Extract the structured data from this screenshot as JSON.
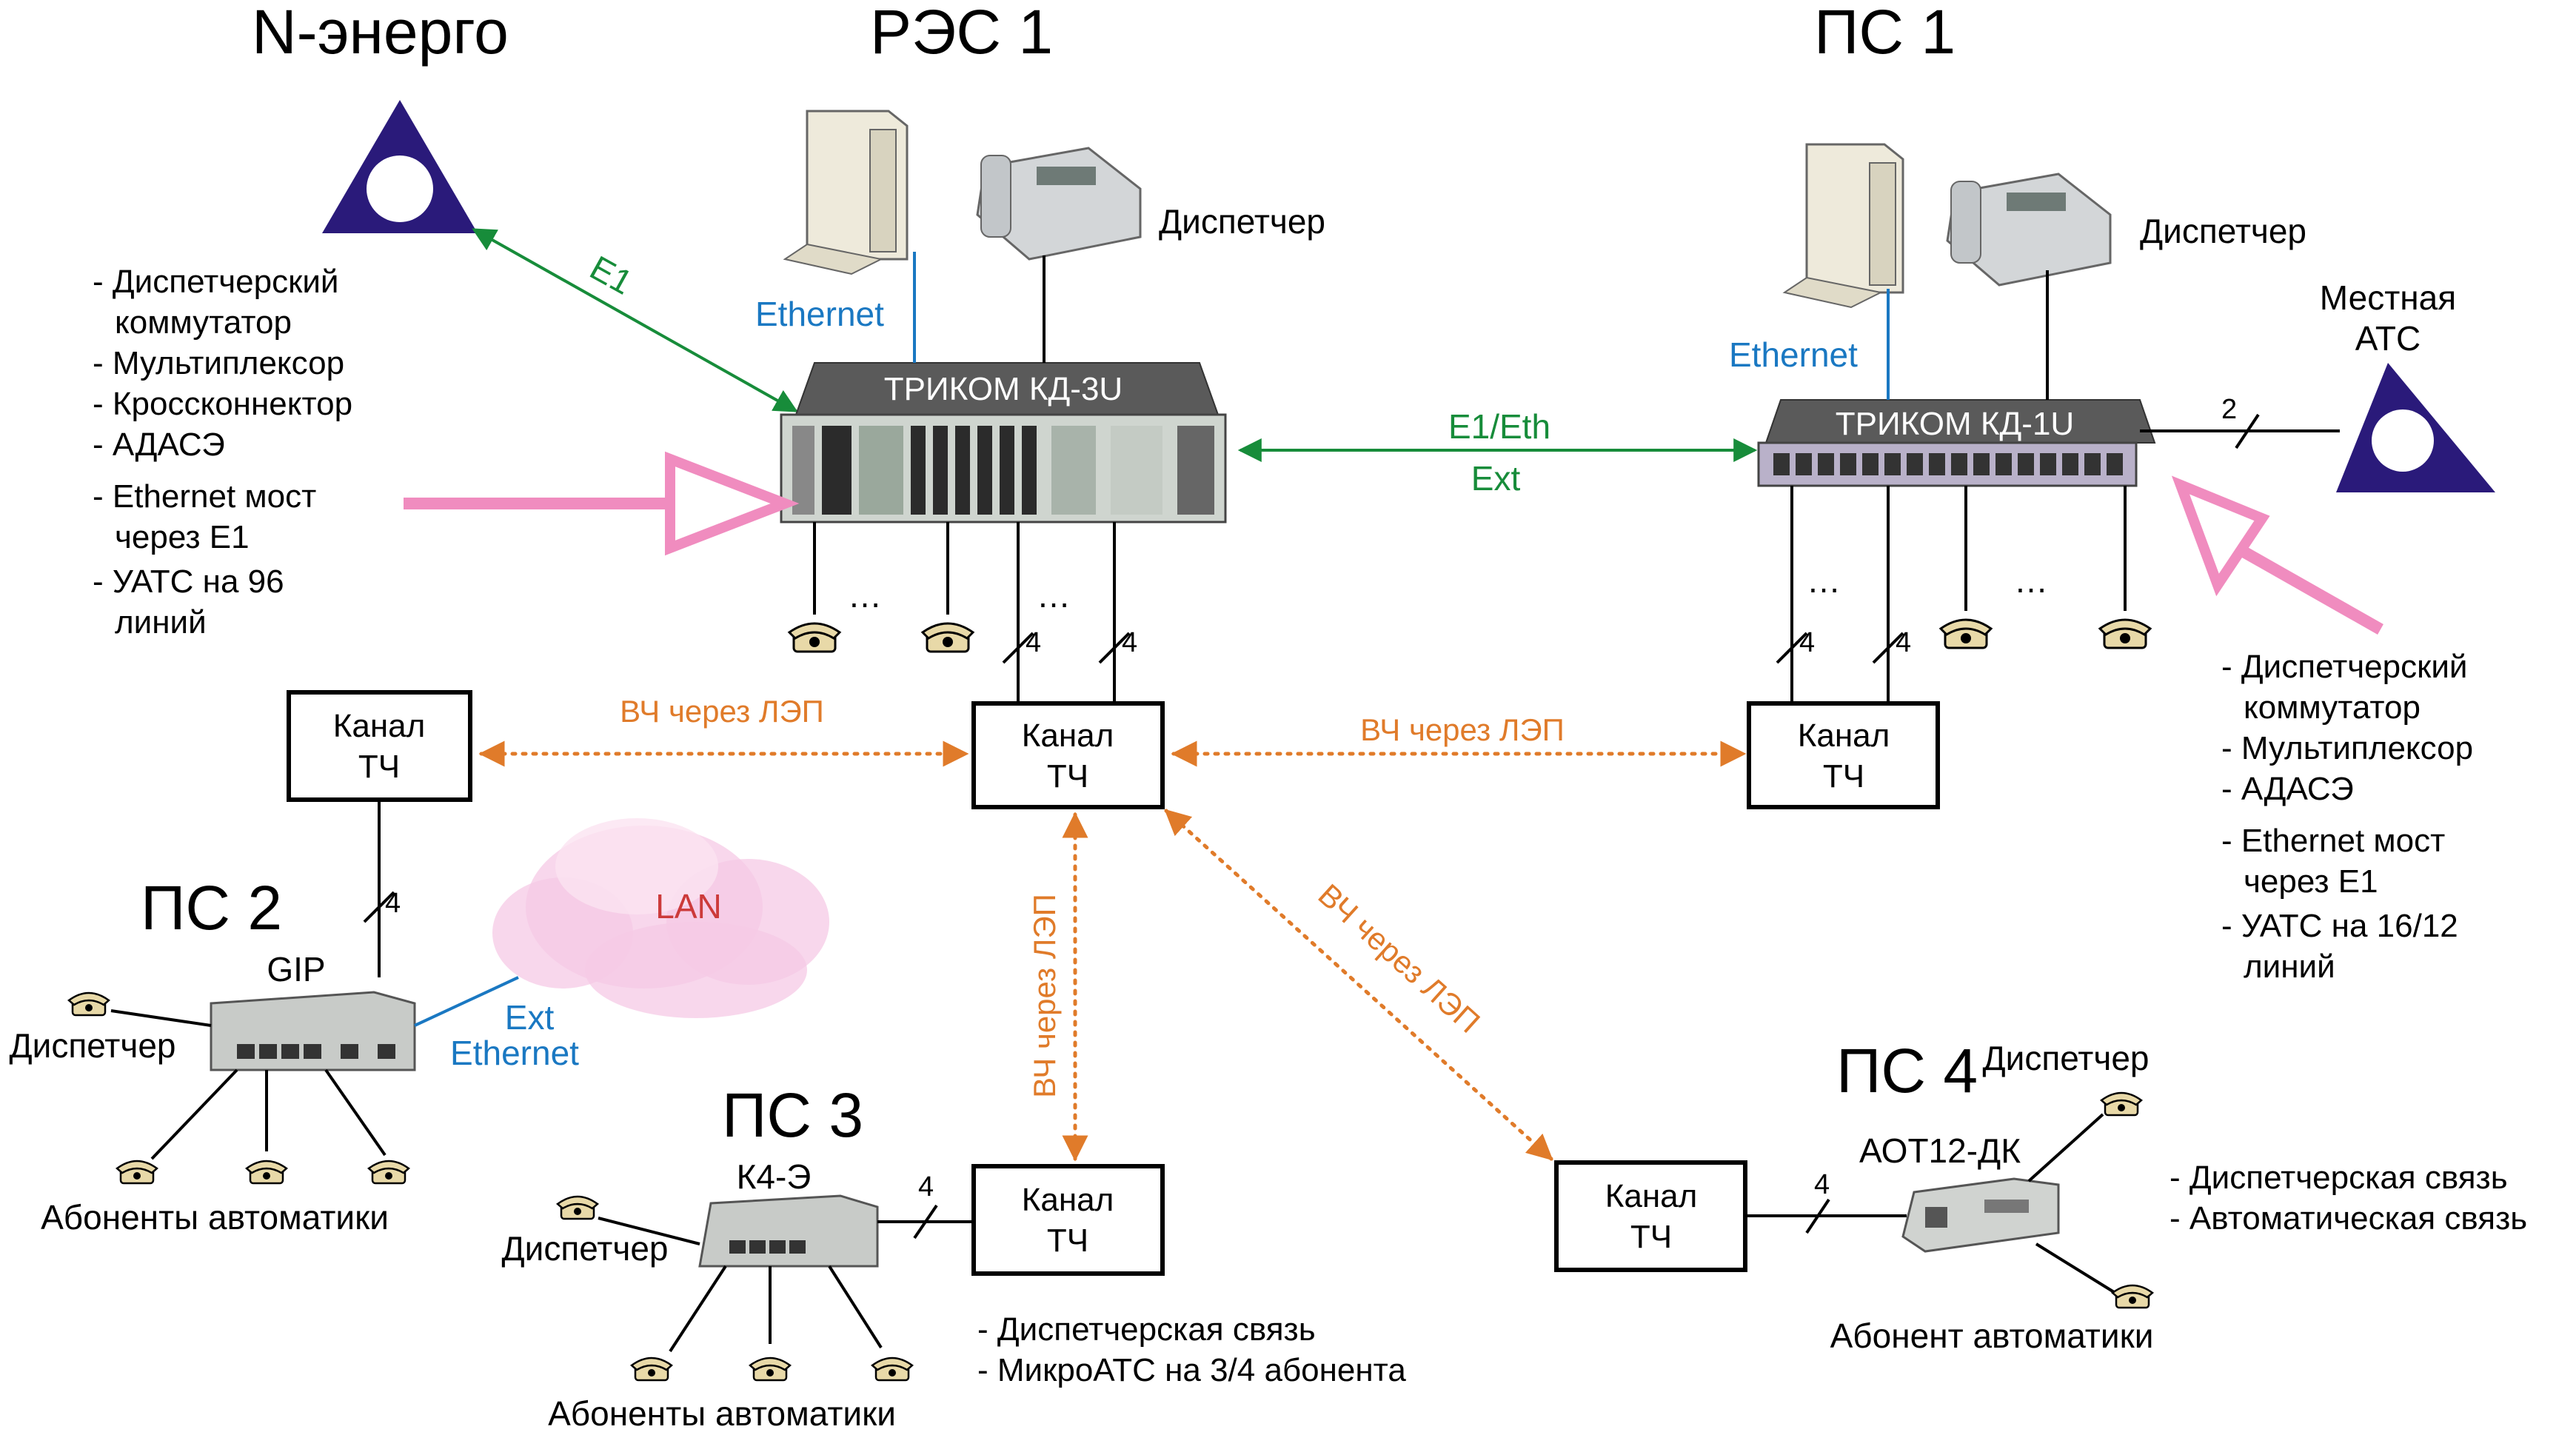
{
  "sites": {
    "n_energo": "N-энерго",
    "res1": "РЭС 1",
    "ps1": "ПС 1",
    "ps2": "ПС 2",
    "ps3": "ПС 3",
    "ps4": "ПС 4"
  },
  "devices": {
    "kd3u": "ТРИКОМ КД-3U",
    "kd1u": "ТРИКОМ КД-1U",
    "gip": "GIP",
    "k4e": "К4-Э",
    "aot": "АОТ12-ДК"
  },
  "links": {
    "e1": "E1",
    "e1eth": "E1/Eth",
    "ext": "Ext",
    "ethernet": "Ethernet",
    "ext_ps2": "Ext",
    "ethernet_ps2": "Ethernet",
    "vch": "ВЧ через ЛЭП",
    "lan": "LAN",
    "four": "4",
    "two": "2",
    "dots": "…"
  },
  "labels": {
    "dispatcher": "Диспетчер",
    "local_ats_1": "Местная",
    "local_ats_2": "АТС",
    "channel_1": "Канал",
    "channel_2": "ТЧ",
    "subscribers_auto": "Абоненты автоматики",
    "subscriber_auto": "Абонент автоматики"
  },
  "features_kd3u": [
    "- Диспетчерский",
    "  коммутатор",
    "- Мультиплексор",
    "- Кроссконнектор",
    "- АДАСЭ",
    "- Ethernet мост",
    "  через E1",
    "- УАТС на 96",
    "  линий"
  ],
  "features_kd1u": [
    "- Диспетчерский",
    "  коммутатор",
    "- Мультиплексор",
    "- АДАСЭ",
    "- Ethernet мост",
    "  через E1",
    "- УАТС на 16/12",
    "  линий"
  ],
  "features_ps3": [
    "- Диспетчерская связь",
    "- МикроАТС на 3/4 абонента"
  ],
  "features_ps4": [
    "- Диспетчерская связь",
    "- Автоматическая связь"
  ],
  "colors": {
    "e1_link": "#178c3a",
    "ethernet_link": "#1a78c2",
    "vch_link": "#e07b2a",
    "pink_arrow": "#f08cbf",
    "triangle": "#2a1a7a",
    "lan_cloud": "#f6c9e6"
  }
}
